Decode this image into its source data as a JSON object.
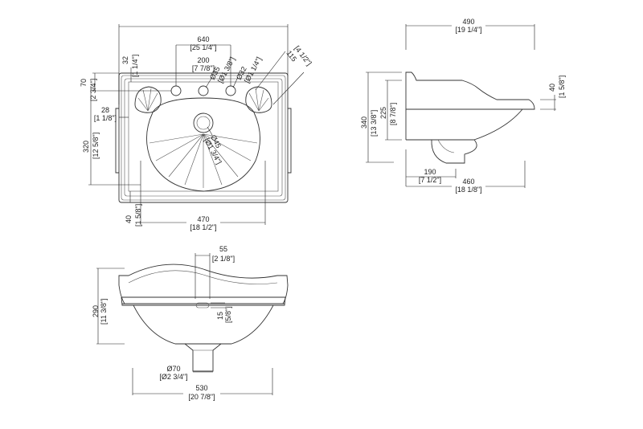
{
  "top_view": {
    "overall_width": {
      "mm": "640",
      "in": "[25 1/4\"]"
    },
    "tap_spacing": {
      "mm": "200",
      "in": "[7 7/8\"]"
    },
    "tap_hole": {
      "mm": "Ø35",
      "in": "[Ø1 3/8\"]"
    },
    "side_hole": {
      "mm": "Ø32",
      "in": "[Ø1 1/4\"]"
    },
    "corner": {
      "mm": "115",
      "in": "[4 1/2\"]"
    },
    "rim_back": {
      "mm": "32",
      "in": "[1 1/4\"]"
    },
    "hole_offset": {
      "mm": "70",
      "in": "[2 3/4\"]"
    },
    "rim_side": {
      "mm": "28",
      "in": "[1 1/8\"]"
    },
    "bowl_depth": {
      "mm": "320",
      "in": "[12 5/8\"]"
    },
    "waste": {
      "mm": "Ø45",
      "in": "[Ø1 3/4\"]"
    },
    "rim_front": {
      "mm": "40",
      "in": "[1 5/8\"]"
    },
    "bowl_width": {
      "mm": "470",
      "in": "[18 1/2\"]"
    }
  },
  "side_view": {
    "overall_depth": {
      "mm": "490",
      "in": "[19 1/4\"]"
    },
    "lip": {
      "mm": "40",
      "in": "[1 5/8\"]"
    },
    "overall_height": {
      "mm": "340",
      "in": "[13 3/8\"]"
    },
    "rim_height": {
      "mm": "225",
      "in": "[8 7/8\"]"
    },
    "waste_offset": {
      "mm": "190",
      "in": "[7 1/2\"]"
    },
    "base_depth": {
      "mm": "460",
      "in": "[18 1/8\"]"
    }
  },
  "front_view": {
    "overflow_width": {
      "mm": "55",
      "in": "[2 1/8\"]"
    },
    "height": {
      "mm": "290",
      "in": "[11 3/8\"]"
    },
    "overflow_height": {
      "mm": "15",
      "in": "[5/8\"]"
    },
    "waste": {
      "mm": "Ø70",
      "in": "[Ø2 3/4\"]"
    },
    "width": {
      "mm": "530",
      "in": "[20 7/8\"]"
    }
  }
}
